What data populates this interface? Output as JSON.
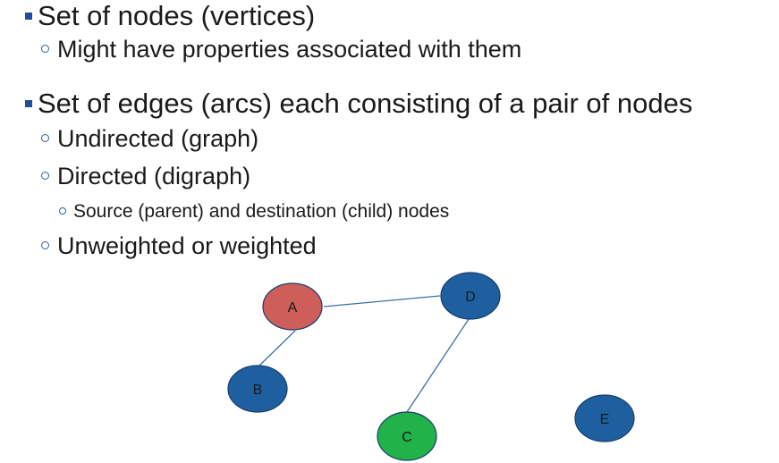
{
  "bullets": {
    "nodes": {
      "text": "Set of nodes (vertices)"
    },
    "nodes_props": {
      "text": "Might have properties associated with them"
    },
    "edges": {
      "text": "Set of edges (arcs) each consisting of a pair of nodes"
    },
    "undirected": {
      "text": "Undirected (graph)"
    },
    "directed": {
      "text": "Directed (digraph)"
    },
    "source_dest": {
      "text": "Source (parent) and destination (child) nodes"
    },
    "weighted": {
      "text": "Unweighted or weighted"
    }
  },
  "graph": {
    "nodes": [
      {
        "id": "A",
        "label": "A",
        "color": "#cd5e5a"
      },
      {
        "id": "B",
        "label": "B",
        "color": "#1e5fa0"
      },
      {
        "id": "C",
        "label": "C",
        "color": "#22b24a"
      },
      {
        "id": "D",
        "label": "D",
        "color": "#1e5fa0"
      },
      {
        "id": "E",
        "label": "E",
        "color": "#1e5fa0"
      }
    ],
    "edges": [
      {
        "from": "A",
        "to": "D"
      },
      {
        "from": "A",
        "to": "B"
      },
      {
        "from": "D",
        "to": "C"
      }
    ],
    "edge_color": "#3b6faa"
  }
}
